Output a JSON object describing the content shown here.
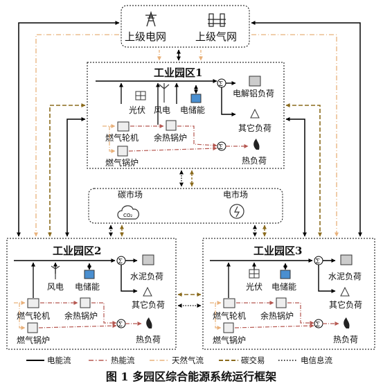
{
  "caption": "图 1 多园区综合能源系统运行框架",
  "upper_grid": {
    "electric": "上级电网",
    "gas": "上级气网"
  },
  "market": {
    "carbon": "碳市场",
    "electric": "电市场",
    "co2_symbol": "CO₂"
  },
  "parks": [
    {
      "title": "工业园区1",
      "sources": [
        "光伏",
        "风电",
        "电储能"
      ],
      "gas_turbine": "燃气轮机",
      "waste_heat_boiler": "余热锅炉",
      "gas_boiler": "燃气锅炉",
      "loads": [
        "电解铝负荷",
        "其它负荷",
        "热负荷"
      ]
    },
    {
      "title": "工业园区2",
      "sources": [
        "风电",
        "电储能"
      ],
      "gas_turbine": "燃气轮机",
      "waste_heat_boiler": "余热锅炉",
      "gas_boiler": "燃气锅炉",
      "loads": [
        "水泥负荷",
        "其它负荷",
        "热负荷"
      ]
    },
    {
      "title": "工业园区3",
      "sources": [
        "光伏",
        "电储能"
      ],
      "gas_turbine": "燃气轮机",
      "waste_heat_boiler": "余热锅炉",
      "gas_boiler": "燃气锅炉",
      "loads": [
        "水泥负荷",
        "其它负荷",
        "热负荷"
      ]
    }
  ],
  "sum_symbol": "Σ",
  "legend": [
    {
      "label": "电能流",
      "color": "#000000",
      "style": "solid"
    },
    {
      "label": "热能流",
      "color": "#b5564f",
      "style": "dashdot"
    },
    {
      "label": "天然气流",
      "color": "#e8b079",
      "style": "dashdot"
    },
    {
      "label": "碳交易",
      "color": "#8a6a1c",
      "style": "dashed"
    },
    {
      "label": "电信息流",
      "color": "#000000",
      "style": "dotted"
    }
  ]
}
